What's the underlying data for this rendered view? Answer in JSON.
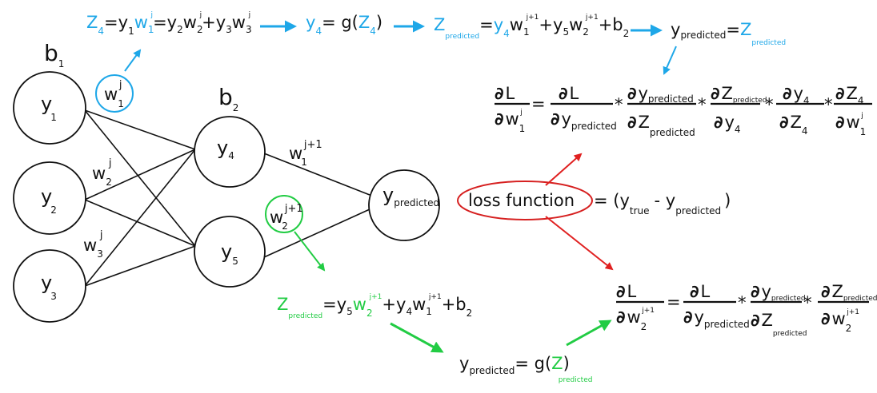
{
  "colors": {
    "black": "#111111",
    "blue": "#1ea7e8",
    "green": "#22cc44",
    "red": "#e02020"
  },
  "network": {
    "bias1": {
      "main": "b",
      "sub": "1"
    },
    "bias2": {
      "main": "b",
      "sub": "2"
    },
    "nodes": {
      "y1": {
        "main": "y",
        "sub": "1"
      },
      "y2": {
        "main": "y",
        "sub": "2"
      },
      "y3": {
        "main": "y",
        "sub": "3"
      },
      "y4": {
        "main": "y",
        "sub": "4"
      },
      "y5": {
        "main": "y",
        "sub": "5"
      },
      "out": {
        "main": "y",
        "sub": "predicted"
      }
    },
    "weights": {
      "w1j": {
        "main": "w",
        "sub": "1",
        "sup": "j"
      },
      "w2j": {
        "main": "w",
        "sub": "2",
        "sup": "j"
      },
      "w3j": {
        "main": "w",
        "sub": "3",
        "sup": "j"
      },
      "w1j1": {
        "main": "w",
        "sub": "1",
        "sup": "j+1"
      },
      "w2j1": {
        "main": "w",
        "sub": "2",
        "sup": "j+1"
      }
    }
  },
  "top_chain": {
    "eq1": {
      "lhs": "Z",
      "lhs_sub": "4",
      "eq": "="
    },
    "eq2": {
      "y": "y",
      "y_sub": "4",
      "eq": "= g(",
      "z": "Z",
      "z_sub": "4",
      "close": ")"
    },
    "eq3": {
      "z": "Z",
      "z_sub": "predicted",
      "eq": "=",
      "y": "y",
      "y_sub": "4",
      "plus": "+",
      "b": "b",
      "b_sub": "2"
    },
    "eq4": {
      "y": "y",
      "y_sub": "predicted",
      "eq": "=",
      "z": "Z",
      "z_sub": "predicted"
    }
  },
  "loss": {
    "label": "loss function",
    "rhs_open": "= (y",
    "rhs_true": "true",
    "rhs_minus": "- y",
    "rhs_pred": "predicted",
    "rhs_close": ")"
  },
  "grad_top": {
    "partial": "∂",
    "L": "L",
    "w": "w",
    "y": "y",
    "Z": "Z",
    "sub_pred": "predicted",
    "sub_1": "1",
    "sub_4": "4",
    "sup_j": "j",
    "eq": "=",
    "mul": "*"
  },
  "grad_bottom": {
    "sub_2": "2",
    "sup_j1": "j+1"
  },
  "bottom_chain": {
    "eq1": {
      "z": "Z",
      "z_sub": "predicted",
      "eq": "=",
      "y": "y",
      "y_sub": "5",
      "plus": "+",
      "b": "b",
      "b_sub": "2"
    },
    "eq2": {
      "y": "y",
      "y_sub": "predicted",
      "eq": "= g(",
      "z": "Z",
      "close": ")",
      "z_sub": "predicted"
    }
  }
}
